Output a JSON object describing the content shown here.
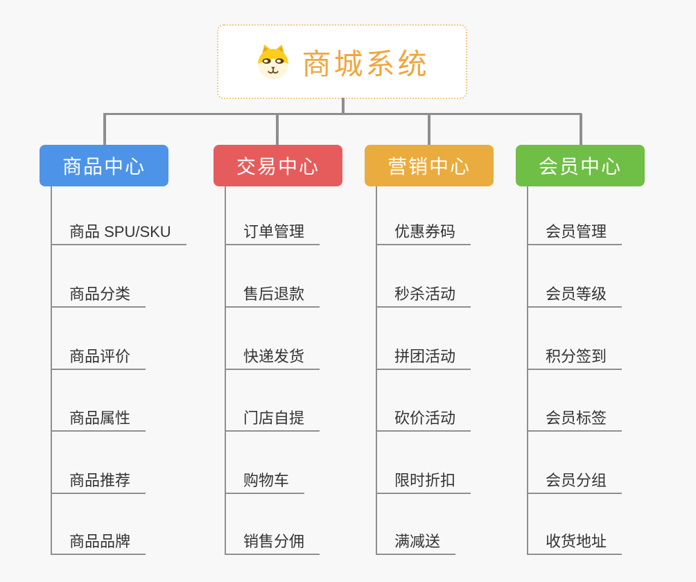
{
  "root": {
    "title": "商城系统",
    "icon": "shiba-dog-face-icon",
    "accent": "#F0A63E"
  },
  "branches": [
    {
      "label": "商品中心",
      "color": "#4D94E8",
      "items": [
        "商品 SPU/SKU",
        "商品分类",
        "商品评价",
        "商品属性",
        "商品推荐",
        "商品品牌"
      ]
    },
    {
      "label": "交易中心",
      "color": "#E65C5C",
      "items": [
        "订单管理",
        "售后退款",
        "快递发货",
        "门店自提",
        "购物车",
        "销售分佣"
      ]
    },
    {
      "label": "营销中心",
      "color": "#EAAC3E",
      "items": [
        "优惠券码",
        "秒杀活动",
        "拼团活动",
        "砍价活动",
        "限时折扣",
        "满减送"
      ]
    },
    {
      "label": "会员中心",
      "color": "#6FBE46",
      "items": [
        "会员管理",
        "会员等级",
        "积分签到",
        "会员标签",
        "会员分组",
        "收货地址"
      ]
    }
  ],
  "colors": {
    "background": "#F8F8F8",
    "connector": "#8E8E8E",
    "item_line": "#8F8F8F",
    "item_text": "#333333",
    "root_border": "#F3C77E"
  }
}
